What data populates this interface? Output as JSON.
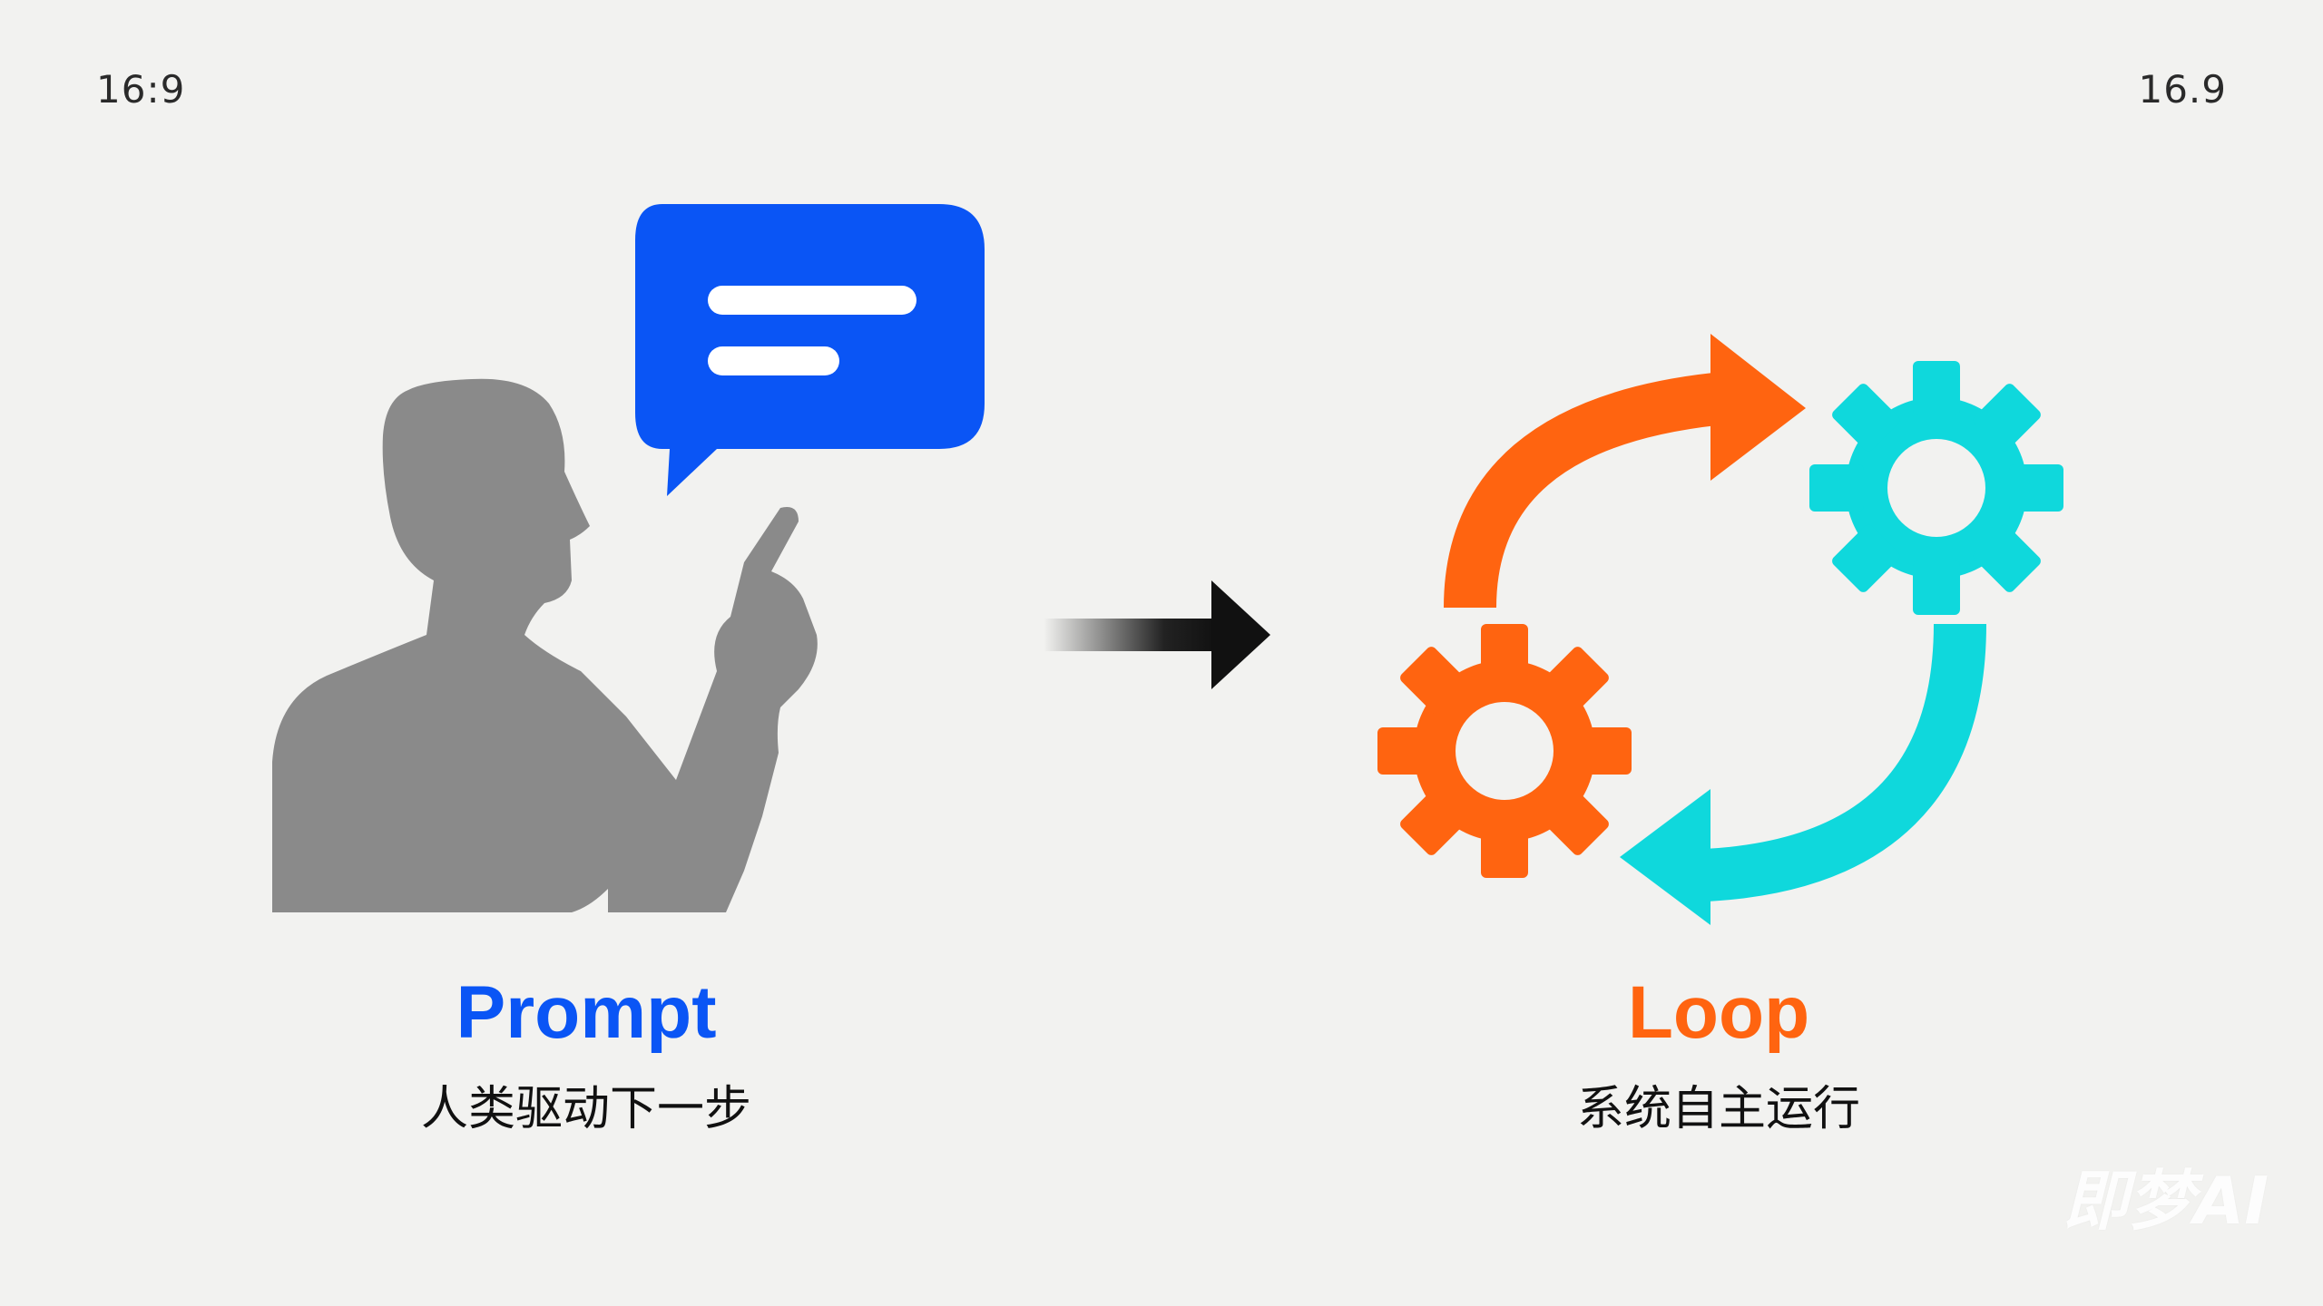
{
  "corner_labels": {
    "left": "16:9",
    "right": "16.9"
  },
  "prompt": {
    "title": "Prompt",
    "subtitle": "人类驱动下一步",
    "color": "#0a55f5",
    "icons": [
      "person-silhouette-icon",
      "chat-bubble-icon"
    ]
  },
  "transition": {
    "icon": "gradient-arrow-icon"
  },
  "loop": {
    "title": "Loop",
    "subtitle": "系统自主运行",
    "colors": {
      "orange": "#ff6410",
      "cyan": "#0fd8dc"
    },
    "icons": [
      "orange-gear-icon",
      "cyan-gear-icon",
      "orange-curved-arrow-icon",
      "cyan-curved-arrow-icon"
    ]
  },
  "watermark": {
    "text": "即梦AI"
  },
  "colors": {
    "background": "#f2f2f0",
    "silhouette": "#8a8a8a"
  }
}
